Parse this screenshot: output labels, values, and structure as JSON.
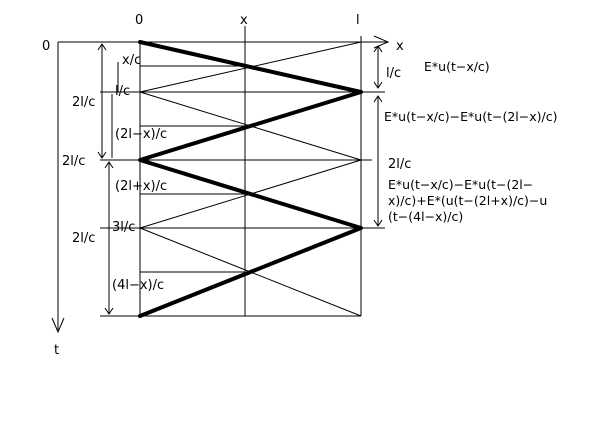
{
  "top_axis": {
    "zero": "0",
    "x": "x",
    "l": "l",
    "x_axis": "x"
  },
  "left_axis": {
    "zero": "0",
    "t": "t"
  },
  "time_labels": {
    "x_over_c": "x/c",
    "l_over_c": "l/c",
    "two_l_minus_x": "(2l−x)/c",
    "two_l_plus_x": "(2l+x)/c",
    "three_l_over_c": "3l/c",
    "four_l_minus_x": "(4l−x)/c"
  },
  "interval_labels": {
    "two_l_c_a": "2l/c",
    "two_l_c_mid": "2l/c",
    "two_l_c_b": "2l/c",
    "right_l_c": "l/c",
    "right_two_l_c": "2l/c"
  },
  "equations": {
    "eq1": "E*u(t−x/c)",
    "eq2": "E*u(t−x/c)−E*u(t−(2l−x)/c)",
    "eq3_line1": "E*u(t−x/c)−E*u(t−(2l−",
    "eq3_line2": "x)/c)+E*(u(t−(2l+x)/c)−u",
    "eq3_line3": "(t−(4l−x)/c)"
  }
}
